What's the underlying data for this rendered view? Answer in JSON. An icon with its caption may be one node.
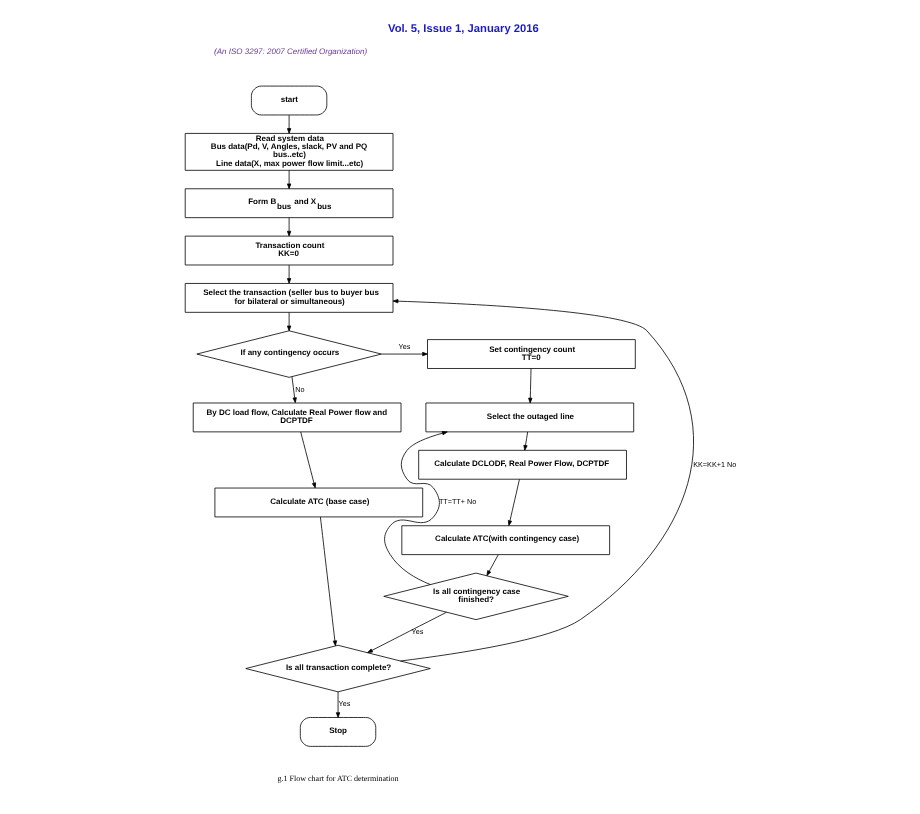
{
  "diagram": {
    "title": "Vol. 5, Issue 1, January 2016",
    "caption": "g.1 Flow chart for ATC determination",
    "nodes": [
      {
        "text": [
          "start"
        ]
      },
      {
        "text": [
          "Read system data",
          "Bus data(Pd, V, Angles, slack, PV and PQ bus..etc)",
          "Line data(X, max power flow limit...etc)"
        ]
      },
      {
        "text": [
          "Form B$_{bus}$ and X$_{bus}$"
        ]
      },
      {
        "text": [
          "Transaction count",
          "KK=0"
        ]
      },
      {
        "text": [
          "Select the transaction (seller bus to buyer bus for bilateral or simultaneous)"
        ]
      },
      {
        "text": [
          "If any contingency occurs"
        ]
      },
      {
        "text": [
          "Set contingency count",
          "TT=0"
        ]
      },
      {
        "text": [
          "By DC load flow, Calculate Real Power flow and DCPTDF"
        ]
      },
      {
        "text": [
          "Select the outaged line"
        ]
      },
      {
        "text": [
          "Calculate DCLODF, Real Power Flow, DCPTDF"
        ]
      },
      {
        "text": [
          "Calculate ATC(with contingency case)"
        ]
      },
      {
        "text": [
          "Calculate ATC (base case)"
        ]
      },
      {
        "text": [
          "Is all contingency case finished?"
        ]
      },
      {
        "text": [
          "Is all transaction complete?"
        ]
      },
      {
        "text": [
          "Stop"
        ]
      }
    ],
    "edges": [
      {
        "from": 0,
        "to": 1,
        "arrow": "to"
      },
      {
        "from": 1,
        "to": 2,
        "arrow": "to"
      },
      {
        "from": 2,
        "to": 3,
        "arrow": "to"
      },
      {
        "from": 3,
        "to": 4,
        "arrow": "to"
      },
      {
        "from": 4,
        "to": 5,
        "arrow": "to"
      },
      {
        "from": 5,
        "to": 6,
        "arrow": "to",
        "label": "Yes"
      },
      {
        "from": 5,
        "to": 7,
        "arrow": "to",
        "label": "No"
      },
      {
        "from": 6,
        "to": 8,
        "arrow": "to"
      },
      {
        "from": 8,
        "to": 9,
        "arrow": "to"
      },
      {
        "from": 9,
        "to": 10,
        "arrow": "to"
      },
      {
        "from": 10,
        "to": 12,
        "arrow": "to"
      },
      {
        "from": 12,
        "to": 8,
        "arrow": "to",
        "label": "TT=TT+ No"
      },
      {
        "from": 7,
        "to": 11,
        "arrow": "to"
      },
      {
        "from": 11,
        "to": 13,
        "arrow": "to"
      },
      {
        "from": 12,
        "to": 13,
        "arrow": "to",
        "label": "Yes"
      },
      {
        "from": 13,
        "to": 4,
        "arrow": "to",
        "label": "KK=KK+1 No"
      },
      {
        "from": 13,
        "to": 14,
        "arrow": "to",
        "label": "Yes"
      }
    ],
    "labels": [
      "(An ISO 3297: 2007 Certified Organization)"
    ]
  }
}
